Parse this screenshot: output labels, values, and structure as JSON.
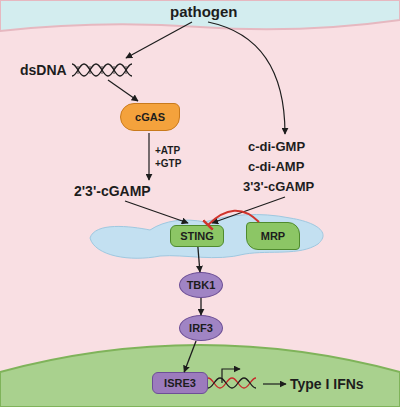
{
  "diagram": {
    "nodes": [
      {
        "text": [
          "cGAS"
        ]
      },
      {
        "text": [
          "STING"
        ]
      },
      {
        "text": [
          "MRP"
        ]
      },
      {
        "text": [
          "TBK1"
        ]
      },
      {
        "text": [
          "IRF3"
        ]
      },
      {
        "text": [
          "ISRE3"
        ]
      }
    ],
    "edges": [
      {
        "from": 1,
        "to": 3,
        "arrow": "to"
      },
      {
        "from": 3,
        "to": 4,
        "arrow": "to"
      },
      {
        "from": 4,
        "to": 5,
        "arrow": "to"
      },
      {
        "from": 2,
        "to": 1,
        "arrow": "to"
      }
    ],
    "labels": [
      "pathogen",
      "dsDNA",
      "+ATP",
      "+GTP",
      "2'3'-cGAMP",
      "c-di-GMP",
      "c-di-AMP",
      "3'3'-cGAMP",
      "Type I IFNs"
    ]
  }
}
